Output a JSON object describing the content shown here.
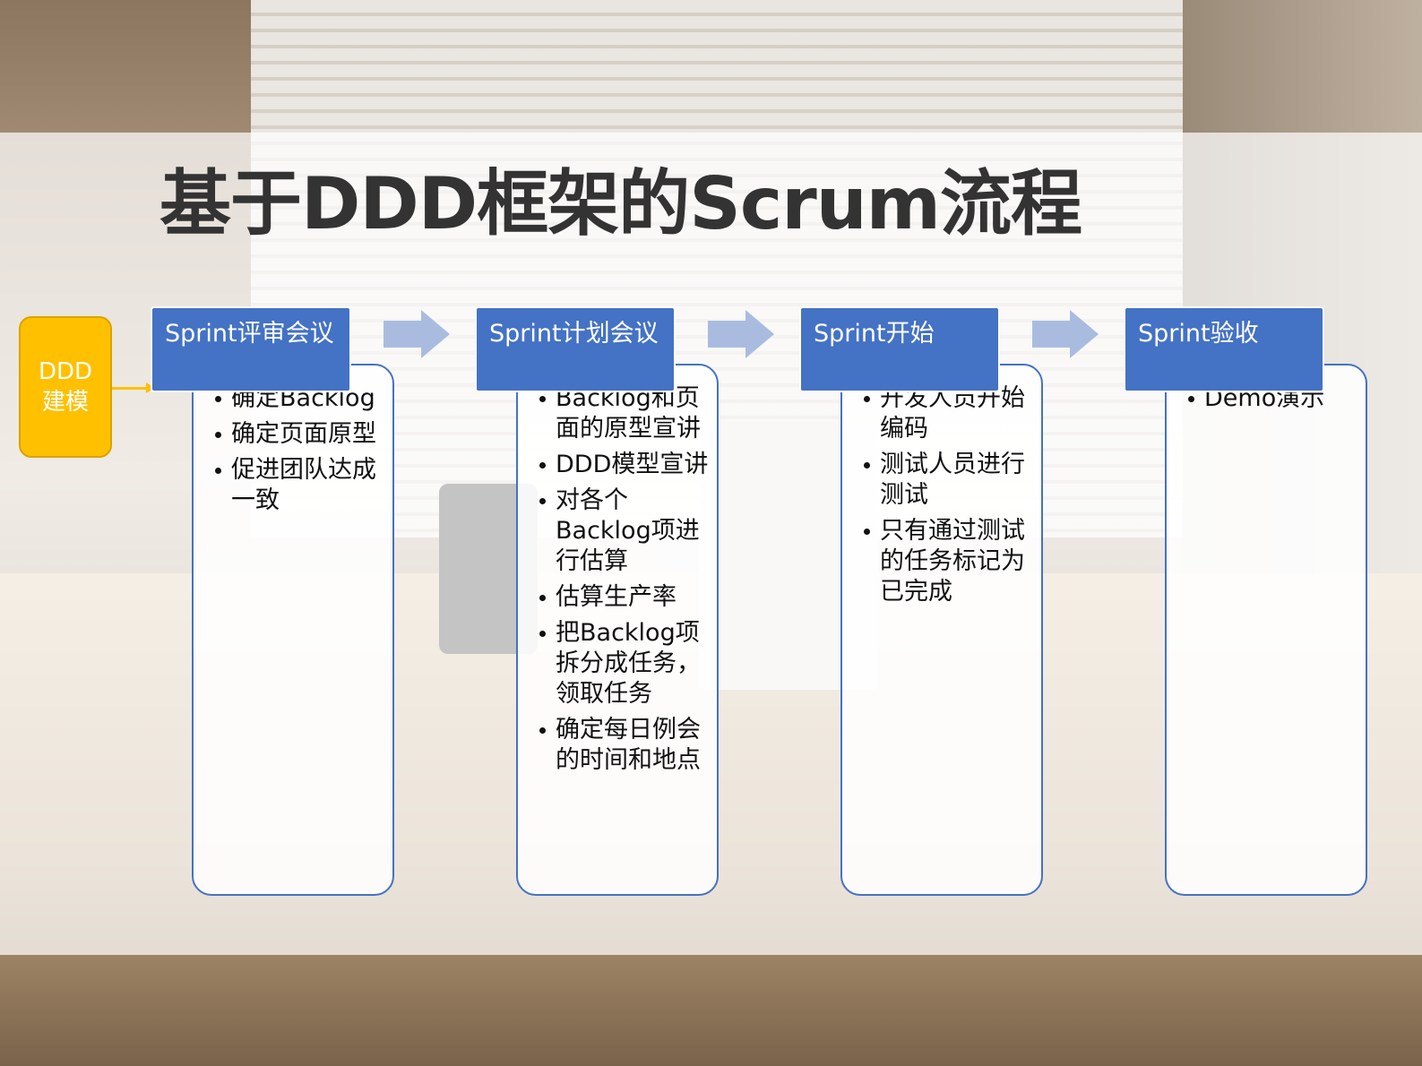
{
  "title": "基于DDD框架的Scrum流程",
  "ddd_box": {
    "label": "DDD 建模"
  },
  "stages": [
    {
      "header": "Sprint评审会议",
      "items": [
        "确定Backlog",
        "确定页面原型",
        "促进团队达成一致"
      ]
    },
    {
      "header": "Sprint计划会议",
      "items": [
        "Backlog和页面的原型宣讲",
        "DDD模型宣讲",
        "对各个Backlog项进行估算",
        "估算生产率",
        "把Backlog项拆分成任务，领取任务",
        "确定每日例会的时间和地点"
      ]
    },
    {
      "header": "Sprint开始",
      "items": [
        "开发人员开始编码",
        "测试人员进行测试",
        "只有通过测试的任务标记为已完成"
      ]
    },
    {
      "header": "Sprint验收",
      "items": [
        "Demo演示"
      ]
    }
  ],
  "colors": {
    "stage_blue": "#4472c4",
    "arrow_blue": "#a9bce0",
    "ddd_yellow": "#ffc000",
    "title_gray": "#333333"
  },
  "icons": [
    "right-arrow-icon",
    "bullet-icon"
  ]
}
